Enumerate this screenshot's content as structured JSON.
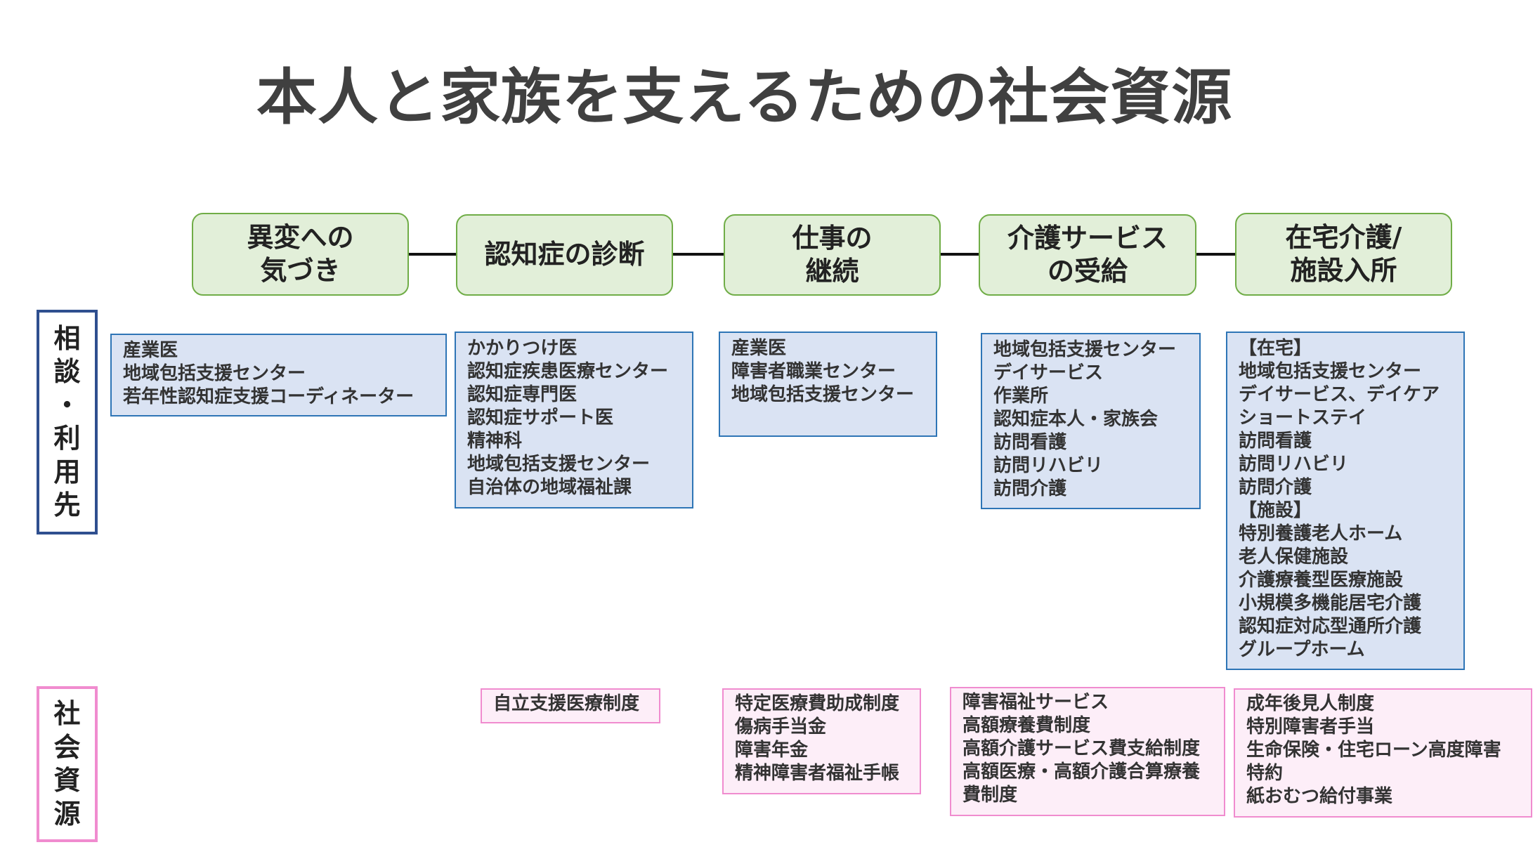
{
  "title": "本人と家族を支えるための社会資源",
  "stages": [
    {
      "label": "異変への\n気づき"
    },
    {
      "label": "認知症の診断"
    },
    {
      "label": "仕事の\n継続"
    },
    {
      "label": "介護サービス\nの受給"
    },
    {
      "label": "在宅介護/\n施設入所"
    }
  ],
  "row_labels": {
    "consult": [
      "相",
      "談",
      "・",
      "利",
      "用",
      "先"
    ],
    "social": [
      "社",
      "会",
      "資",
      "源"
    ]
  },
  "consult_boxes": [
    {
      "items": [
        "産業医",
        "地域包括支援センター",
        "若年性認知症支援コーディネーター"
      ]
    },
    {
      "items": [
        "かかりつけ医",
        "認知症疾患医療センター",
        "認知症専門医",
        "認知症サポート医",
        "精神科",
        "地域包括支援センター",
        "自治体の地域福祉課"
      ]
    },
    {
      "items": [
        "産業医",
        "障害者職業センター",
        "地域包括支援センター"
      ]
    },
    {
      "items": [
        "地域包括支援センター",
        "デイサービス",
        "作業所",
        "認知症本人・家族会",
        "訪問看護",
        "訪問リハビリ",
        "訪問介護"
      ]
    },
    {
      "items": [
        "【在宅】",
        "地域包括支援センター",
        "デイサービス、デイケア",
        "ショートステイ",
        "訪問看護",
        "訪問リハビリ",
        "訪問介護",
        "【施設】",
        "特別養護老人ホーム",
        "老人保健施設",
        "介護療養型医療施設",
        "小規模多機能居宅介護",
        "認知症対応型通所介護",
        "グループホーム"
      ]
    }
  ],
  "social_boxes": [
    {
      "items": [
        "自立支援医療制度"
      ]
    },
    {
      "items": [
        "特定医療費助成制度",
        "傷病手当金",
        "障害年金",
        "精神障害者福祉手帳"
      ]
    },
    {
      "items": [
        "障害福祉サービス",
        "高額療養費制度",
        "高額介護サービス費支給制度",
        "高額医療・高額介護合算療養",
        "費制度"
      ]
    },
    {
      "items": [
        "成年後見人制度",
        "特別障害者手当",
        "生命保険・住宅ローン高度障害",
        "特約",
        "紙おむつ給付事業"
      ]
    }
  ],
  "colors": {
    "stage_fill": "#e2efd9",
    "stage_border": "#70ad47",
    "consult_fill": "#dae3f3",
    "consult_border": "#2e75b6",
    "social_fill": "#fdeef8",
    "social_border": "#f08ccf",
    "consult_label_border": "#2f4f8f"
  }
}
